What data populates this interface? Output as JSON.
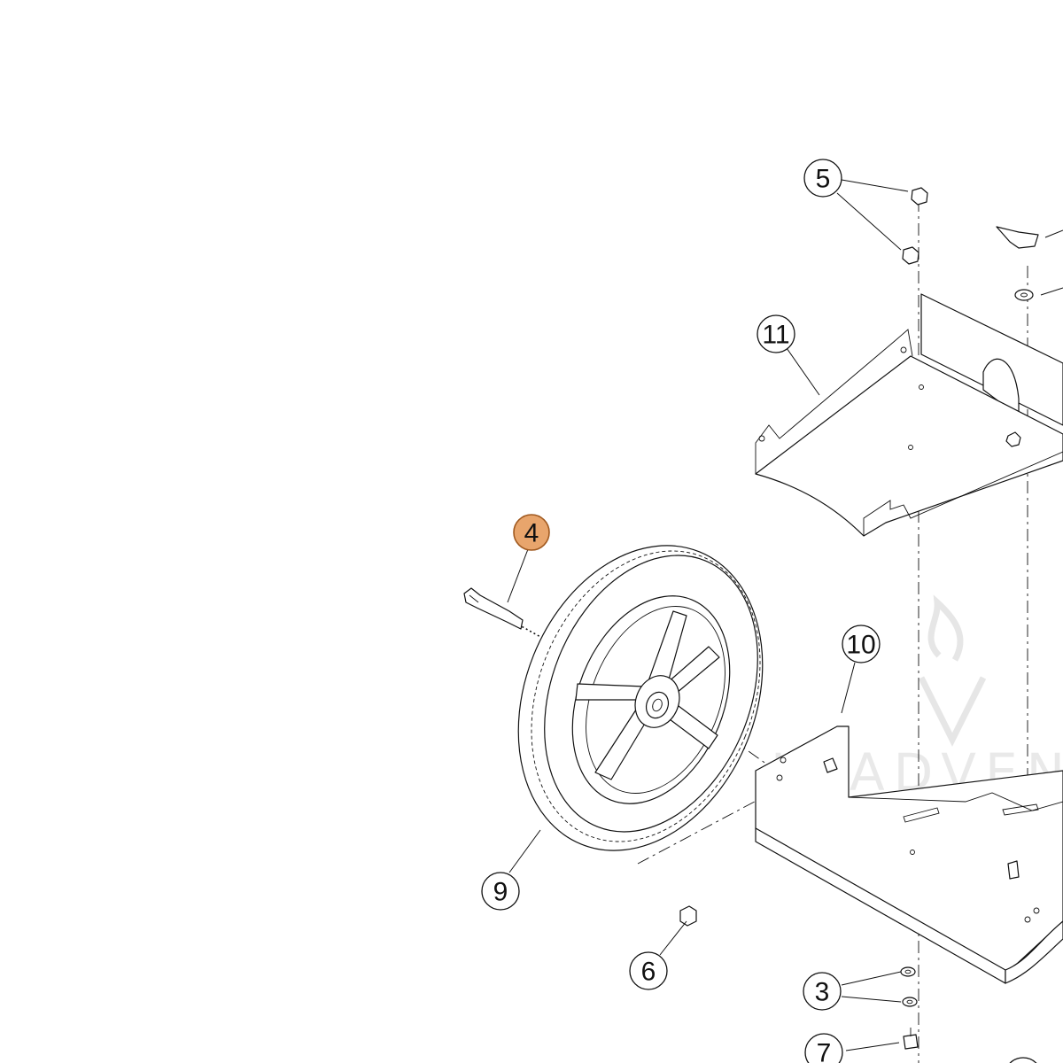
{
  "watermark": {
    "text": "LEADVENTU",
    "icon": "flame-v-logo-icon"
  },
  "callouts": [
    {
      "id": "4",
      "label": "4",
      "highlighted": true
    },
    {
      "id": "5",
      "label": "5",
      "highlighted": false
    },
    {
      "id": "11",
      "label": "11",
      "highlighted": false
    },
    {
      "id": "10",
      "label": "10",
      "highlighted": false
    },
    {
      "id": "9",
      "label": "9",
      "highlighted": false
    },
    {
      "id": "6",
      "label": "6",
      "highlighted": false
    },
    {
      "id": "3",
      "label": "3",
      "highlighted": false
    },
    {
      "id": "7",
      "label": "7",
      "highlighted": false
    }
  ],
  "colors": {
    "highlight_fill": "#e8a56c",
    "highlight_stroke": "#a0591f",
    "line": "#111111",
    "watermark": "#e9e9e9"
  }
}
